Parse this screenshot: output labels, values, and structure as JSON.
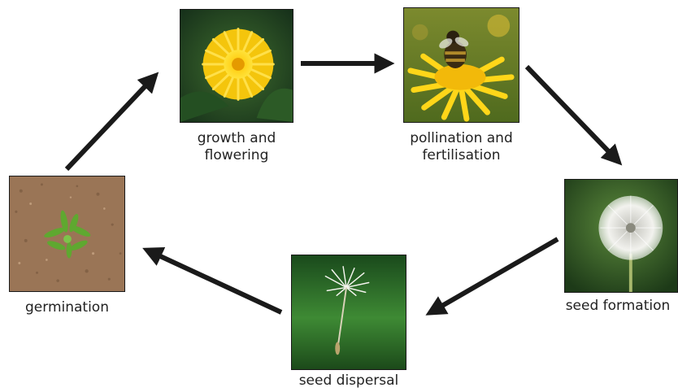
{
  "stages": {
    "growth": {
      "line1": "growth and",
      "line2": "flowering",
      "icon": "dandelion-flower-icon"
    },
    "pollination": {
      "line1": "pollination and",
      "line2": "fertilisation",
      "icon": "bee-on-flower-icon"
    },
    "seed_formation": {
      "line1": "seed formation",
      "icon": "dandelion-clock-icon"
    },
    "seed_dispersal": {
      "line1": "seed dispersal",
      "icon": "floating-seed-icon"
    },
    "germination": {
      "line1": "germination",
      "icon": "seedling-icon"
    }
  },
  "colors": {
    "arrow": "#1a1a1a",
    "flower_yellow": "#f5cf12",
    "leaf_green": "#2f6b2a",
    "soil": "#9a7556"
  }
}
